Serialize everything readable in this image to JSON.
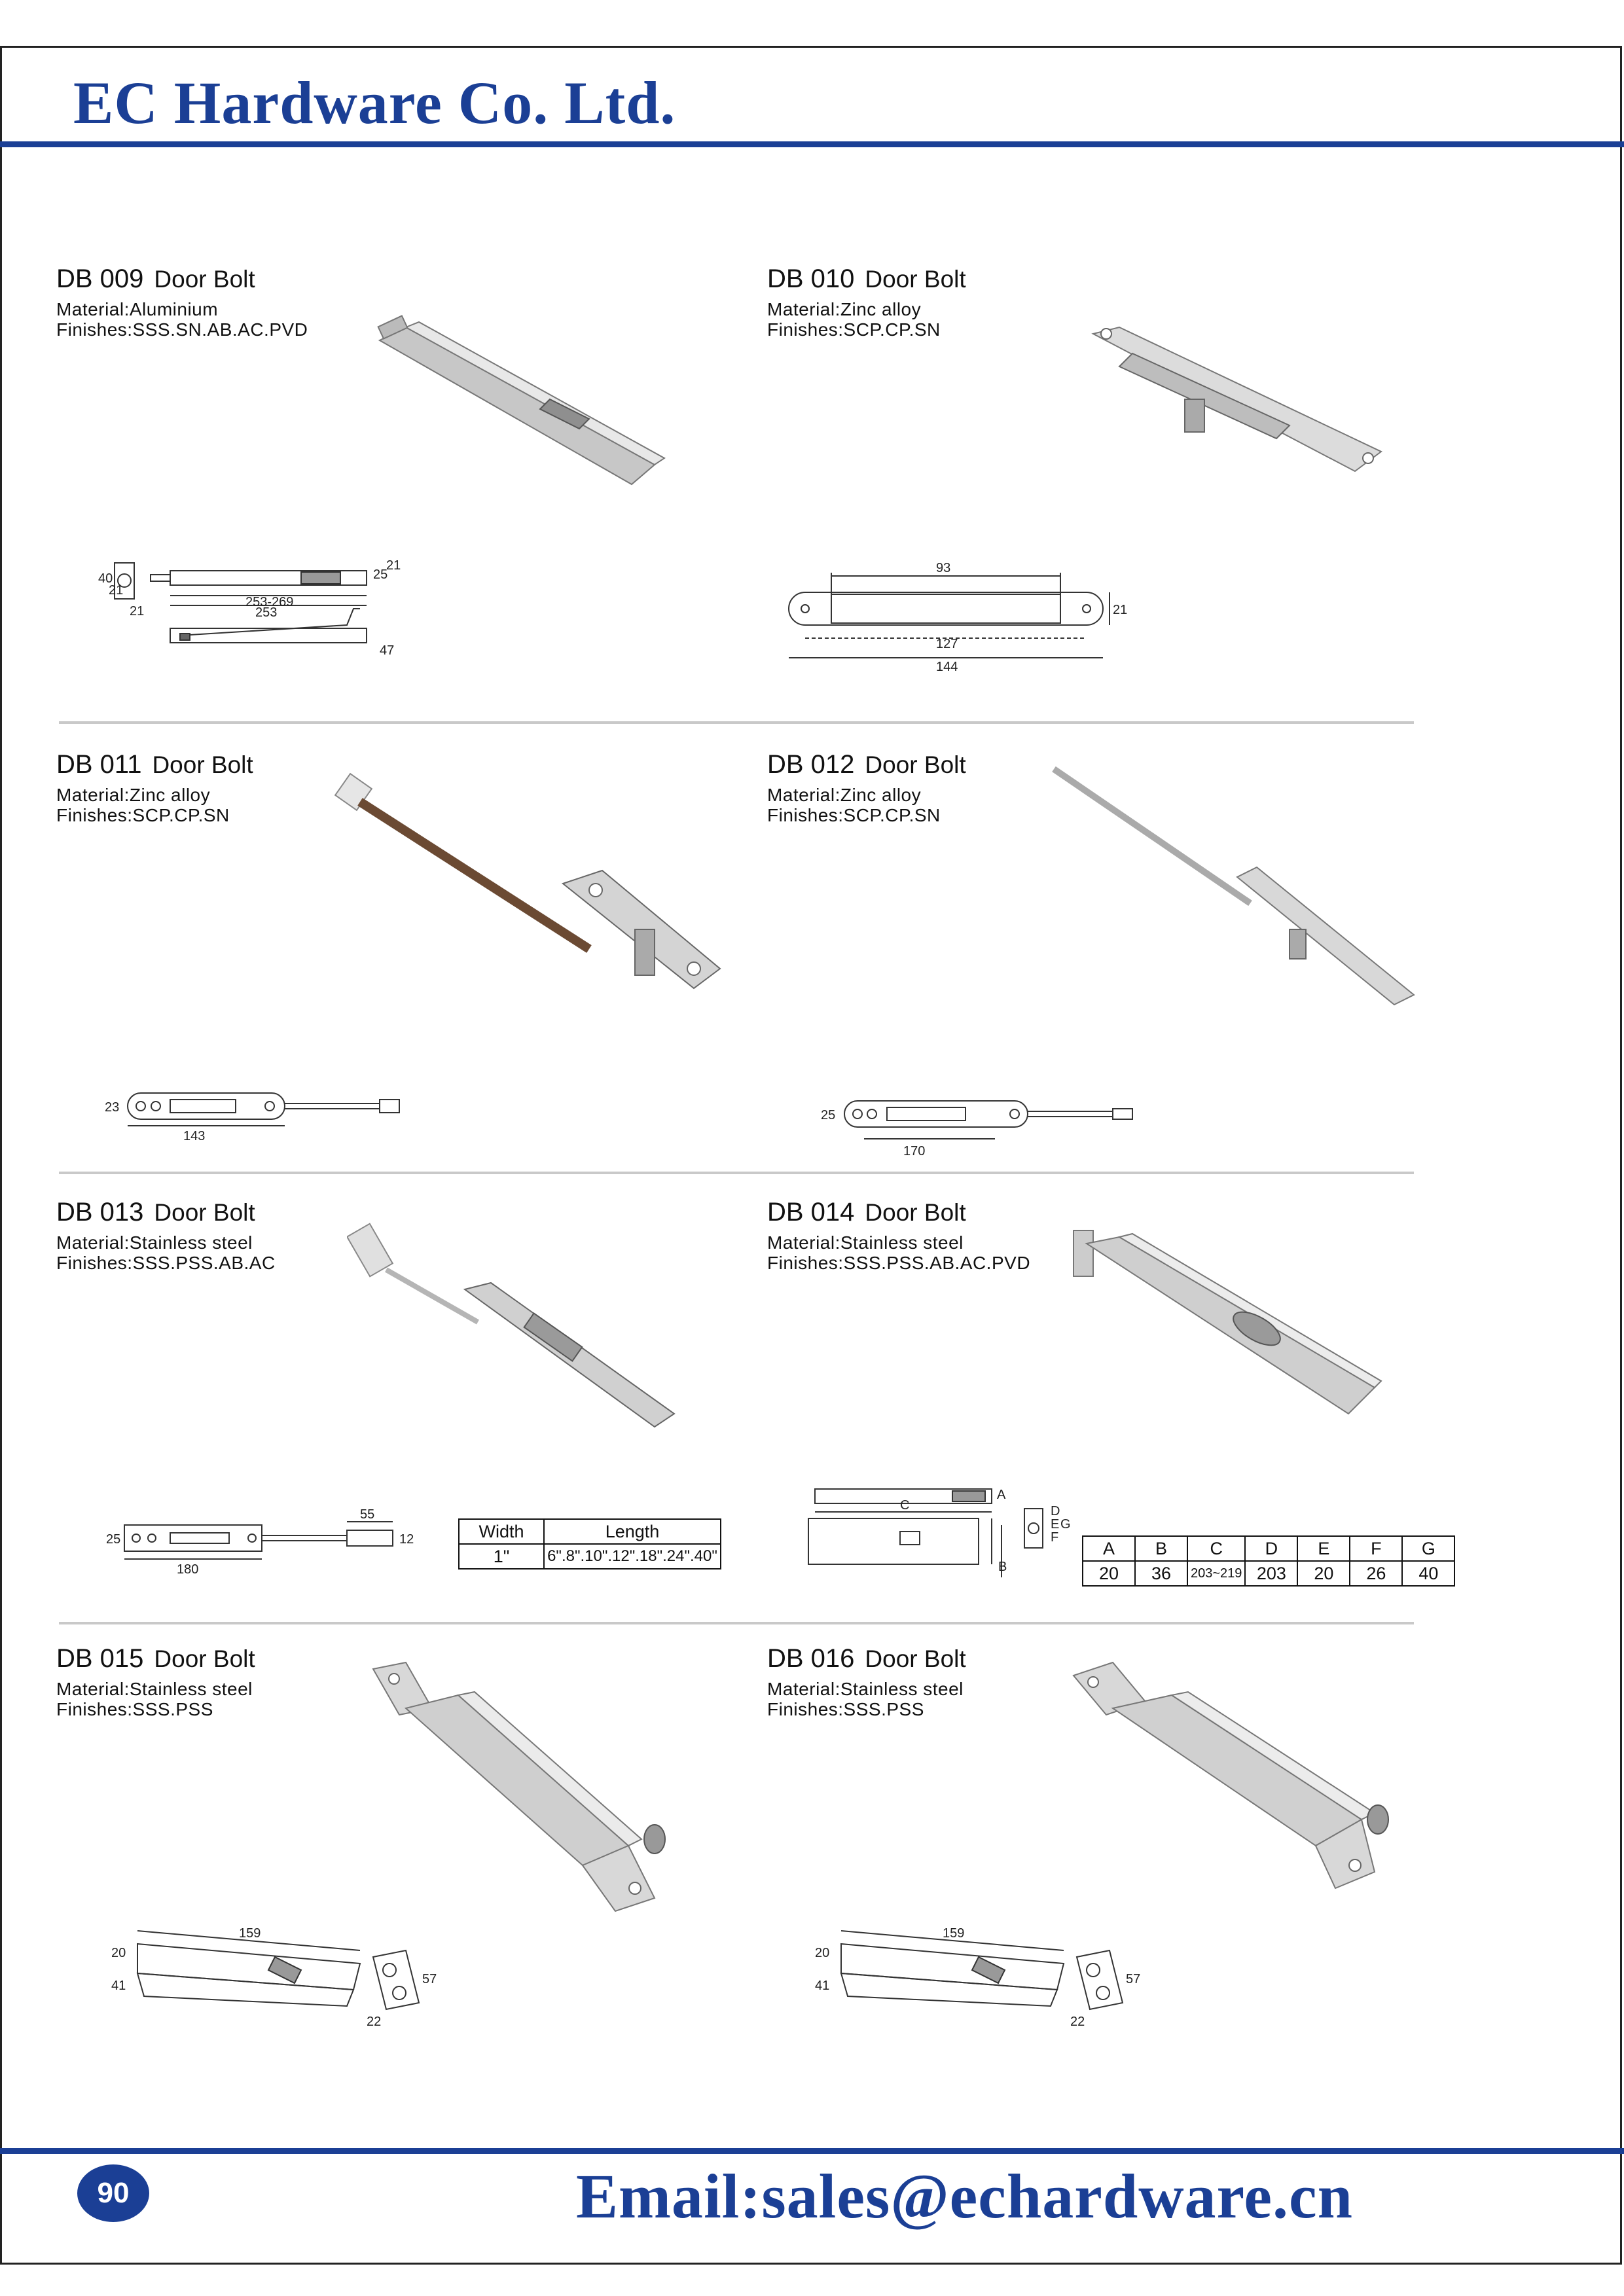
{
  "header": {
    "company": "EC Hardware Co. Ltd."
  },
  "products": [
    {
      "code": "DB 009",
      "name": "Door Bolt",
      "material": "Material:Aluminium",
      "finishes": "Finishes:SSS.SN.AB.AC.PVD",
      "dims": [
        "40",
        "21",
        "25",
        "21",
        "253-269",
        "253",
        "21",
        "47"
      ]
    },
    {
      "code": "DB 010",
      "name": "Door Bolt",
      "material": "Material:Zinc alloy",
      "finishes": "Finishes:SCP.CP.SN",
      "dims": [
        "93",
        "21",
        "127",
        "144"
      ]
    },
    {
      "code": "DB 011",
      "name": "Door Bolt",
      "material": "Material:Zinc alloy",
      "finishes": "Finishes:SCP.CP.SN",
      "dims": [
        "23",
        "143"
      ]
    },
    {
      "code": "DB 012",
      "name": "Door Bolt",
      "material": "Material:Zinc alloy",
      "finishes": "Finishes:SCP.CP.SN",
      "dims": [
        "25",
        "170"
      ]
    },
    {
      "code": "DB 013",
      "name": "Door Bolt",
      "material": "Material:Stainless steel",
      "finishes": "Finishes:SSS.PSS.AB.AC",
      "dims": [
        "25",
        "180",
        "55",
        "12"
      ]
    },
    {
      "code": "DB 014",
      "name": "Door Bolt",
      "material": "Material:Stainless steel",
      "finishes": "Finishes:SSS.PSS.AB.AC.PVD",
      "dims": [
        "A",
        "C",
        "B",
        "D",
        "E",
        "F",
        "G"
      ]
    },
    {
      "code": "DB 015",
      "name": "Door Bolt",
      "material": "Material:Stainless steel",
      "finishes": "Finishes:SSS.PSS",
      "dims": [
        "159",
        "20",
        "41",
        "57",
        "22"
      ]
    },
    {
      "code": "DB 016",
      "name": "Door Bolt",
      "material": "Material:Stainless steel",
      "finishes": "Finishes:SSS.PSS",
      "dims": [
        "159",
        "20",
        "41",
        "57",
        "22"
      ]
    }
  ],
  "table_db013": {
    "headers": [
      "Width",
      "Length"
    ],
    "row": [
      "1\"",
      "6\".8\".10\".12\".18\".24\".40\""
    ]
  },
  "table_db014": {
    "headers": [
      "A",
      "B",
      "C",
      "D",
      "E",
      "F",
      "G"
    ],
    "row": [
      "20",
      "36",
      "203~219",
      "203",
      "20",
      "26",
      "40"
    ]
  },
  "footer": {
    "page_number": "90",
    "email": "Email:sales@echardware.cn"
  },
  "colors": {
    "brand_blue": "#1b3f95"
  }
}
